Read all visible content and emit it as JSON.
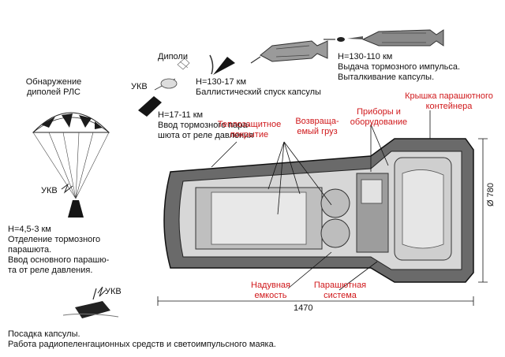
{
  "colors": {
    "label_red": "#d0181b",
    "ink": "#111111",
    "steel": "#6a6a6a",
    "dark": "#1c1c1c"
  },
  "sequence": {
    "detect_dipoles": "Обнаружение\nдиполей РЛС",
    "dipoles": "Диполи",
    "ukv_top": "УКВ",
    "ukv_mid": "УКВ",
    "ukv_bottom": "УКВ",
    "brake_impulse": "H=130-110 км\nВыдача тормозного импульса.\nВыталкивание капсулы.",
    "ballistic": "H=130-17 км\nБаллистический спуск капсулы",
    "brake_chute": "H=17-11 км\nВвод тормозного пара-\nшюта от реле давления",
    "main_chute": "H=4,5-3 км\nОтделение тормозного\nпарашюта.\nВвод основного парашю-\nта от реле давления.",
    "landing": "Посадка капсулы.\nРабота радиопеленгационных средств и светоимпульсного маяка."
  },
  "capsule": {
    "heat_shield": "Теплозащитное\nпокрытие",
    "payload": "Возвраща-\nемый груз",
    "instruments": "Приборы и\nоборудование",
    "chute_lid": "Крышка парашютного\nконтейнера",
    "float": "Надувная\nемкость",
    "chute_system": "Парашютная\nсистема",
    "length": "1470",
    "diameter": "Ø 780"
  }
}
